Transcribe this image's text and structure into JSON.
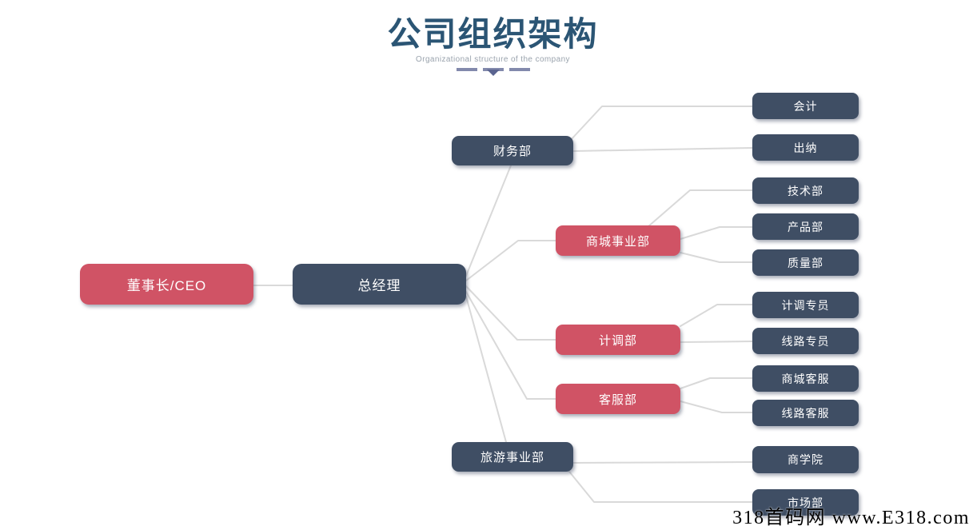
{
  "header": {
    "title": "公司组织架构",
    "subtitle": "Organizational structure of the company"
  },
  "nodes": {
    "ceo": "董事长/CEO",
    "gm": "总经理",
    "finance": "财务部",
    "mall": "商城事业部",
    "plan": "计调部",
    "service": "客服部",
    "travel": "旅游事业部",
    "accounting": "会计",
    "cashier": "出纳",
    "tech": "技术部",
    "product": "产品部",
    "quality": "质量部",
    "plan_specialist": "计调专员",
    "route_specialist": "线路专员",
    "mall_support": "商城客服",
    "route_support": "线路客服",
    "business_school": "商学院",
    "marketing": "市场部"
  },
  "org_tree": {
    "root": "董事长/CEO",
    "children": [
      {
        "label": "总经理",
        "children": [
          {
            "label": "财务部",
            "children": [
              {
                "label": "会计"
              },
              {
                "label": "出纳"
              }
            ]
          },
          {
            "label": "商城事业部",
            "children": [
              {
                "label": "技术部"
              },
              {
                "label": "产品部"
              },
              {
                "label": "质量部"
              }
            ]
          },
          {
            "label": "计调部",
            "children": [
              {
                "label": "计调专员"
              },
              {
                "label": "线路专员"
              }
            ]
          },
          {
            "label": "客服部",
            "children": [
              {
                "label": "商城客服"
              },
              {
                "label": "线路客服"
              }
            ]
          },
          {
            "label": "旅游事业部",
            "children": [
              {
                "label": "商学院"
              },
              {
                "label": "市场部"
              }
            ]
          }
        ]
      }
    ]
  },
  "colors": {
    "node_red": "#d05365",
    "node_dark": "#3f4e64",
    "connector": "#d9d9d9",
    "title": "#2b5574",
    "subtitle": "#9aa3ad",
    "decoration_bar": "#8289ac",
    "decoration_triangle": "#5a6490"
  },
  "watermark": "318首码网 www.E318.com"
}
